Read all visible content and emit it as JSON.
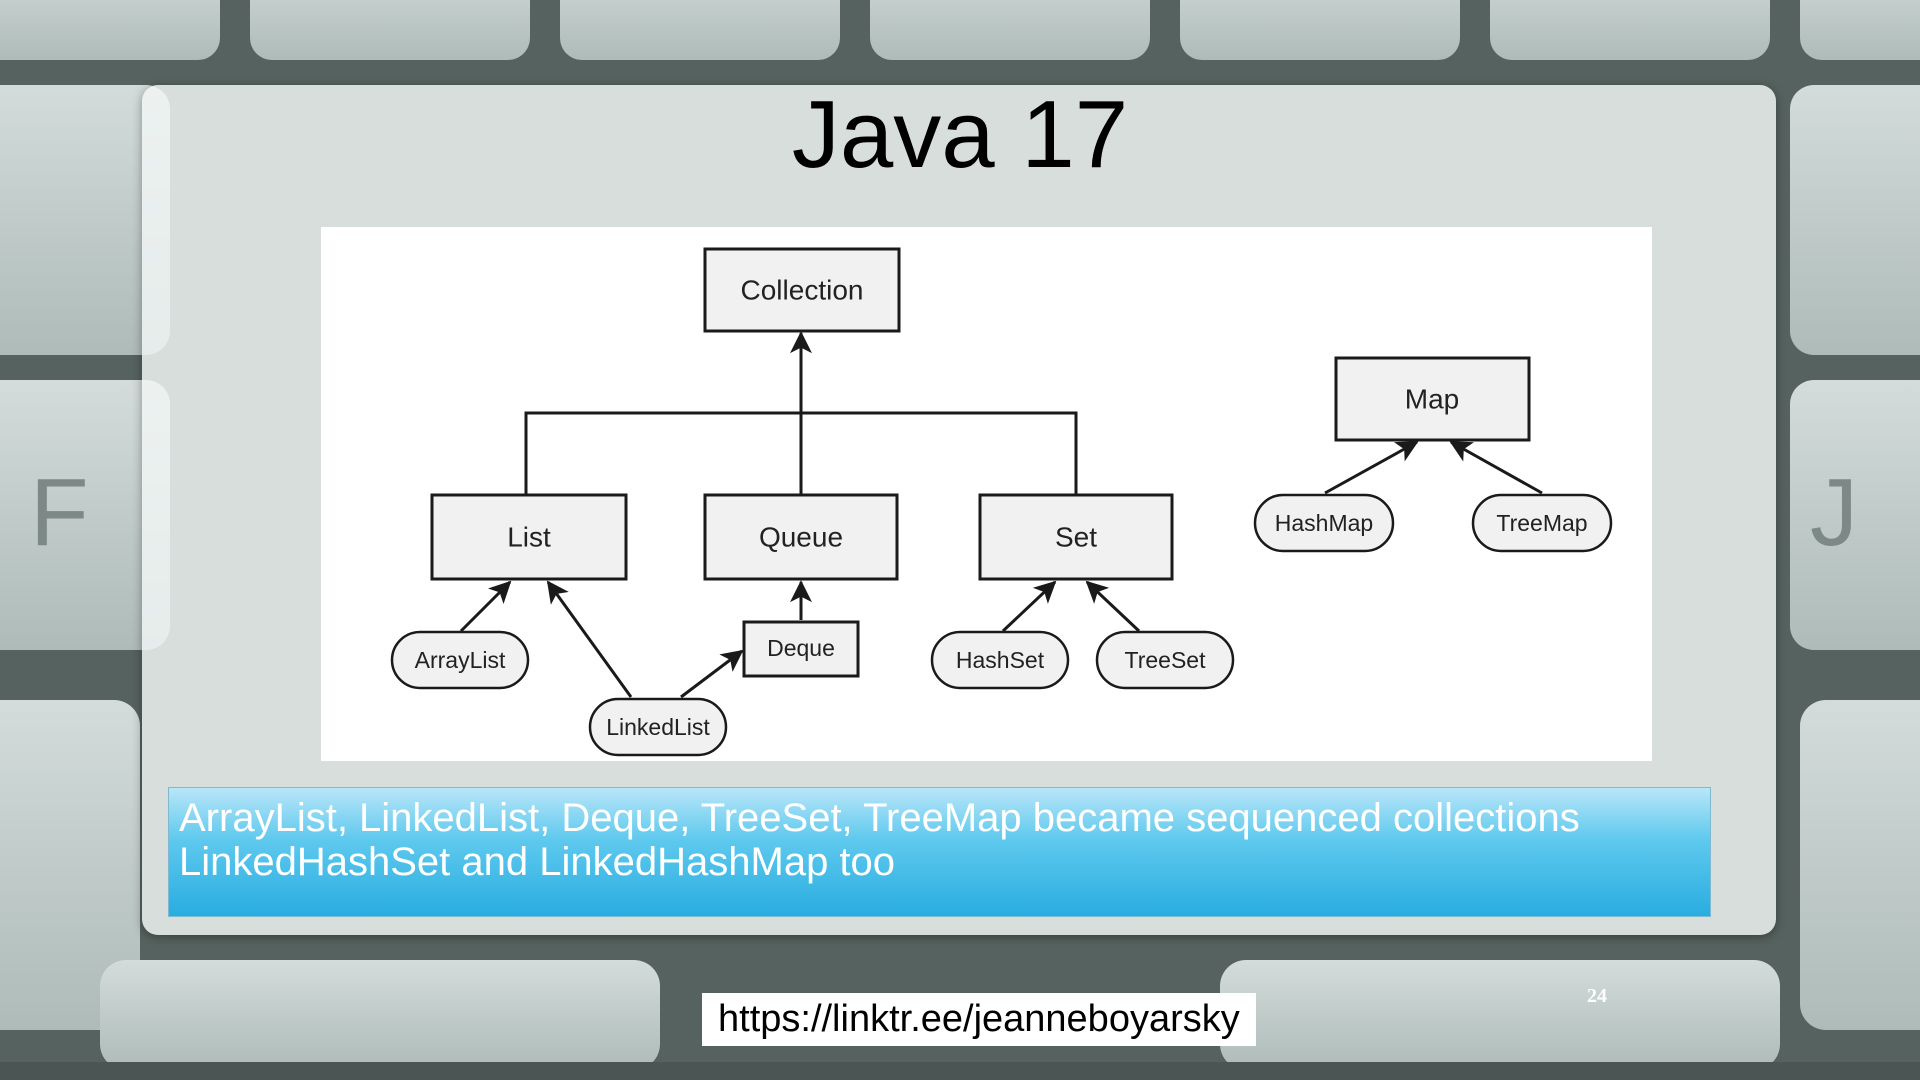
{
  "slide": {
    "title": "Java 17",
    "page_number": "24",
    "url": "https://linktr.ee/jeanneboyarsky"
  },
  "diagram": {
    "nodes": {
      "collection": "Collection",
      "list": "List",
      "queue": "Queue",
      "set": "Set",
      "map": "Map",
      "arraylist": "ArrayList",
      "linkedlist": "LinkedList",
      "deque": "Deque",
      "hashset": "HashSet",
      "treeset": "TreeSet",
      "hashmap": "HashMap",
      "treemap": "TreeMap"
    }
  },
  "note": {
    "lines": [
      "ArrayList, LinkedList, Deque, TreeSet, TreeMap became sequenced collections",
      "LinkedHashSet and LinkedHashMap too"
    ]
  },
  "colors": {
    "note_gradient_top": "#b9e6f8",
    "note_gradient_bottom": "#29ade0",
    "note_text": "#ffffff",
    "node_fill": "#f1f1f1"
  }
}
